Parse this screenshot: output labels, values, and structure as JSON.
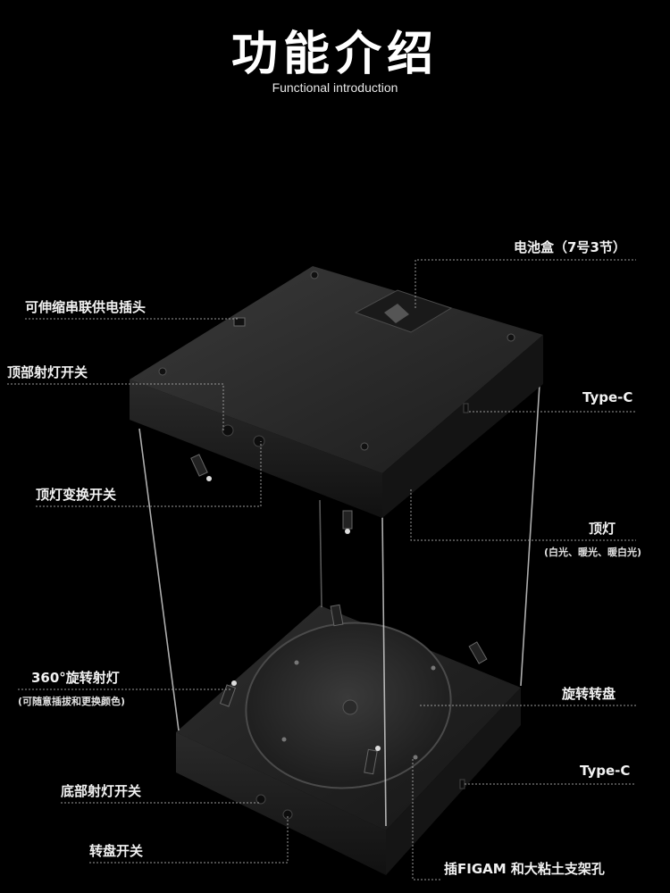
{
  "header": {
    "title": "功能介绍",
    "subtitle": "Functional introduction"
  },
  "callouts": {
    "battery_box": "电池盒（7号3节）",
    "extendable_plug": "可伸缩串联供电插头",
    "top_spotlight_switch": "顶部射灯开关",
    "type_c_top": "Type-C",
    "top_light_mode_switch": "顶灯变换开关",
    "top_light": "顶灯",
    "top_light_note": "(白光、暖光、暖白光)",
    "spotlight_360": "360°旋转射灯",
    "spotlight_360_note": "(可随意插拔和更换颜色)",
    "turntable": "旋转转盘",
    "type_c_bottom": "Type-C",
    "bottom_spotlight_switch": "底部射灯开关",
    "turntable_switch": "转盘开关",
    "figure_stand_hole": "插FIGAM 和大粘土支架孔"
  }
}
